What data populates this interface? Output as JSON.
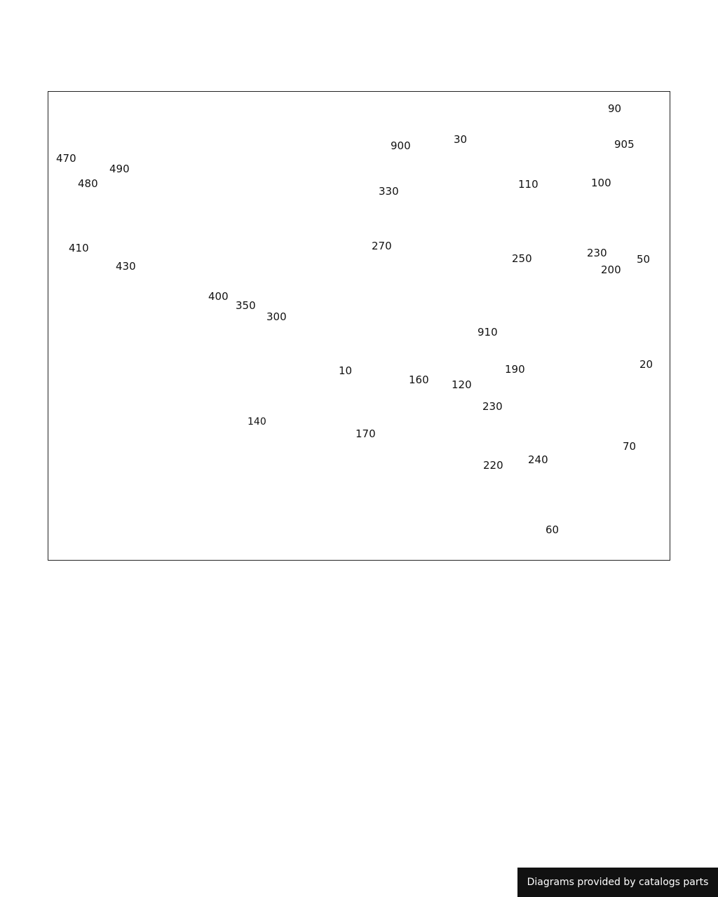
{
  "callouts": {
    "c470": "470",
    "c480": "480",
    "c490": "490",
    "c410": "410",
    "c430": "430",
    "c400": "400",
    "c350": "350",
    "c300": "300",
    "c900": "900",
    "c30": "30",
    "c330": "330",
    "c90": "90",
    "c905": "905",
    "c110": "110",
    "c100": "100",
    "c270": "270",
    "c250": "250",
    "c230a": "230",
    "c200": "200",
    "c50": "50",
    "c10": "10",
    "c910": "910",
    "c160": "160",
    "c120": "120",
    "c190": "190",
    "c20": "20",
    "c230b": "230",
    "c170": "170",
    "c220": "220",
    "c240": "240",
    "c70": "70",
    "c60": "60",
    "c140": "140"
  },
  "footer": {
    "text": "Diagrams provided by catalogs parts"
  },
  "colors": {
    "line": "#222222",
    "footer_bg": "#111111",
    "footer_text": "#ffffff"
  }
}
